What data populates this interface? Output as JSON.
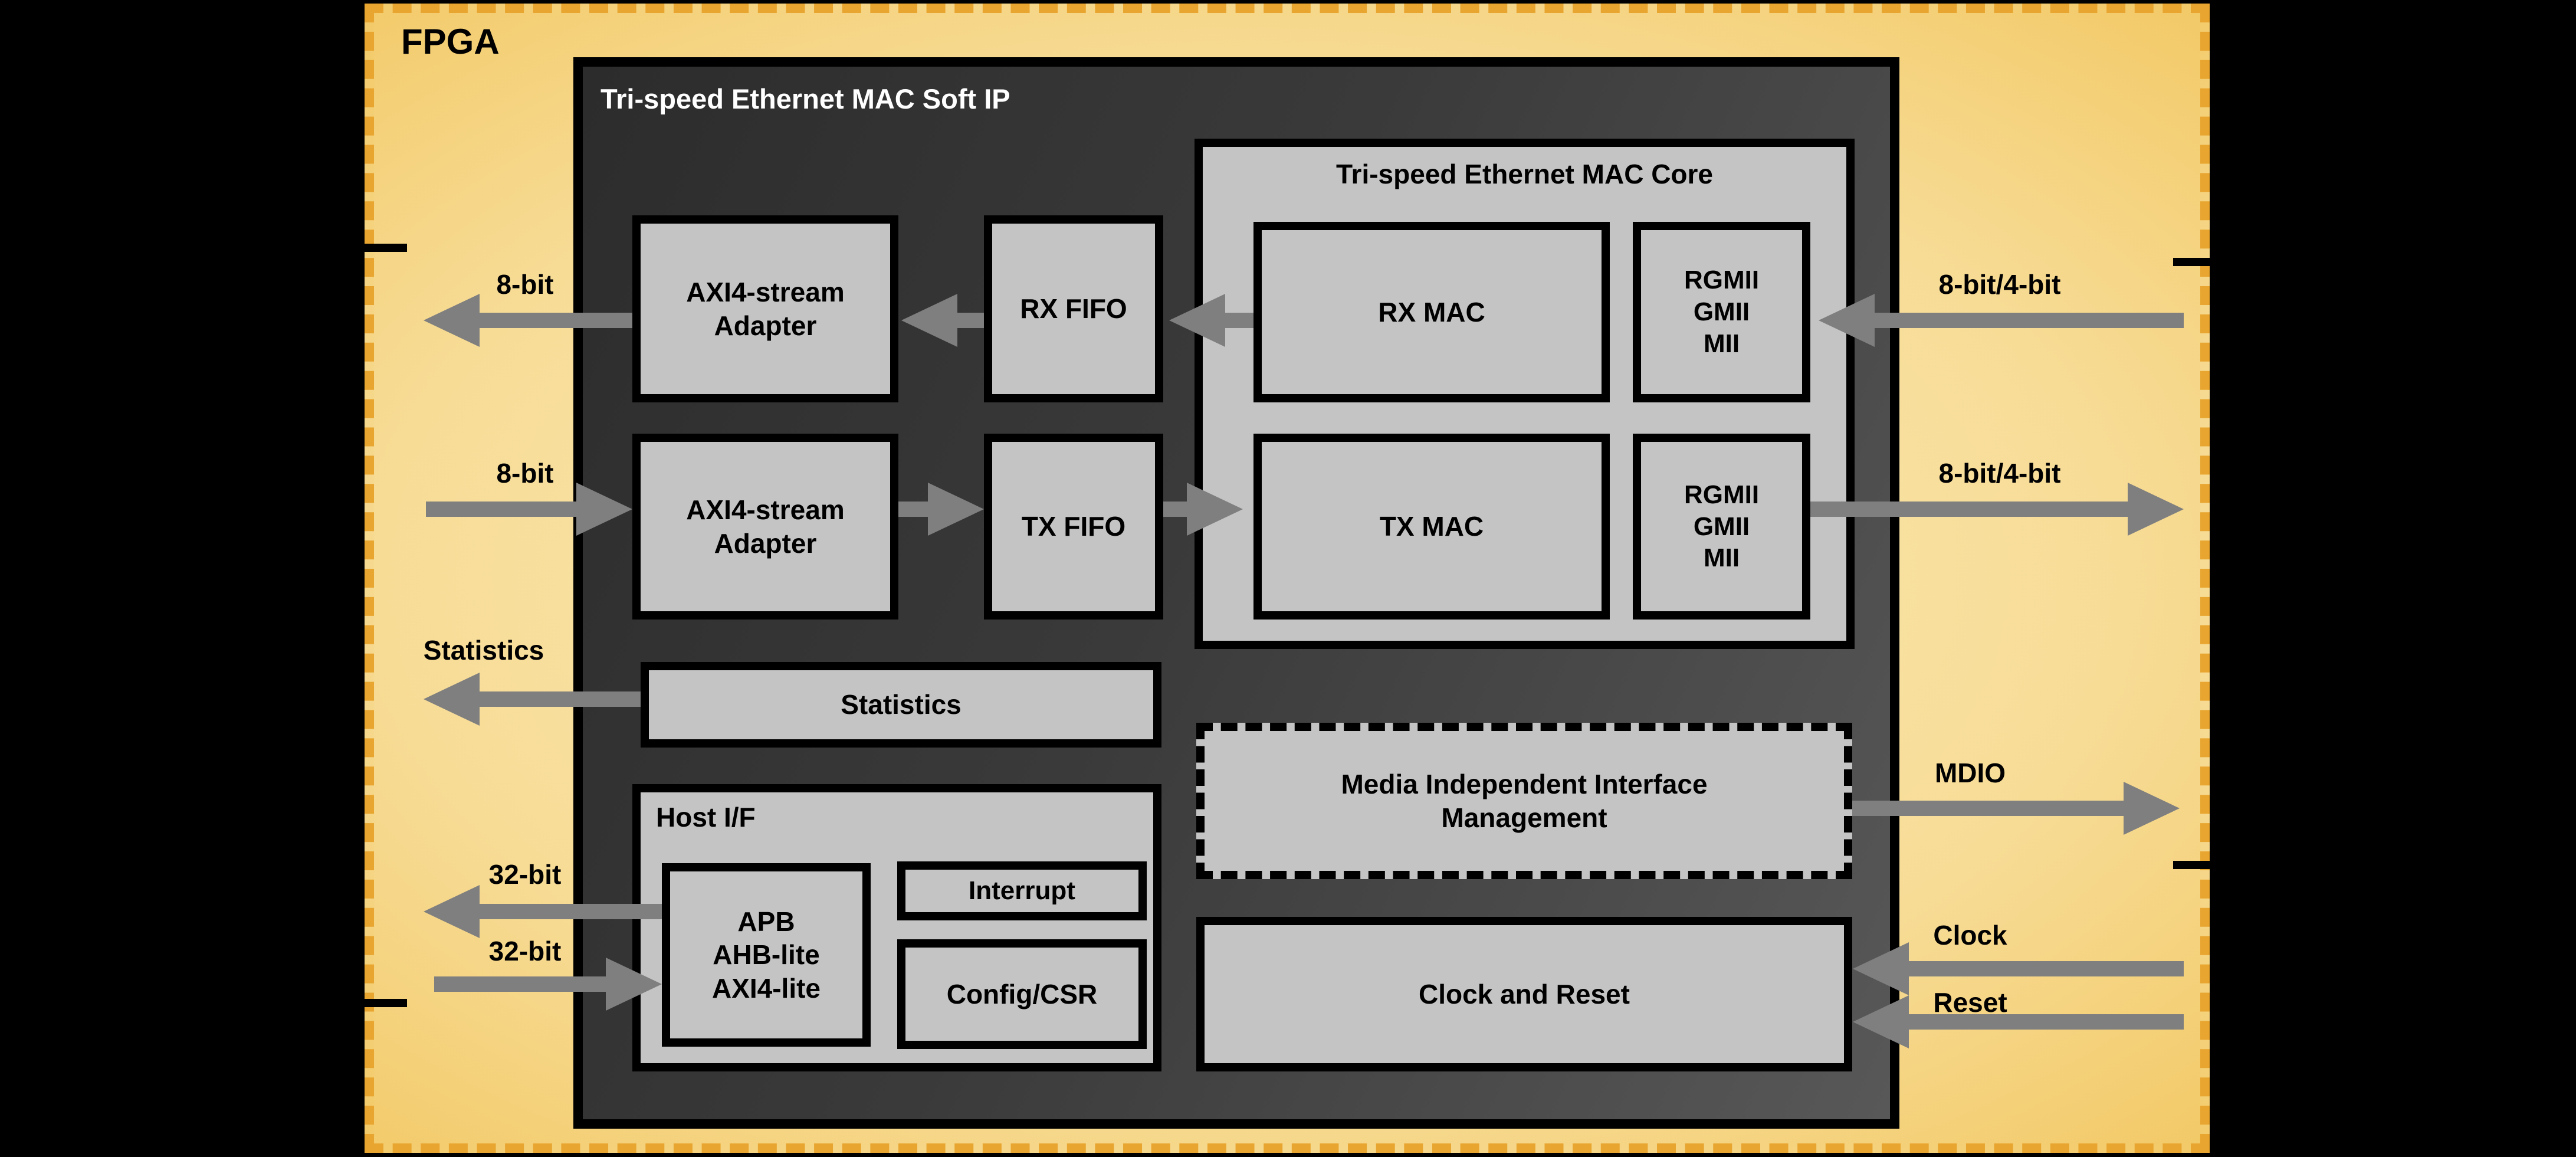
{
  "colors": {
    "background": "#000000",
    "fpga_fill_center": "#FBEAB8",
    "fpga_fill_edge": "#ECAB29",
    "fpga_dash": "#E8A52F",
    "soft_ip_dark": "#2C2C2C",
    "soft_ip_light": "#585858",
    "block_fill": "#C4C4C4",
    "block_border": "#000000",
    "arrow_gray": "#7F7F7F",
    "soft_ip_title_text": "#FFFFFF"
  },
  "fpga": {
    "label": "FPGA"
  },
  "soft_ip": {
    "title": "Tri-speed Ethernet MAC Soft IP"
  },
  "blocks": {
    "axi_adapter_rx": "AXI4-stream\nAdapter",
    "axi_adapter_tx": "AXI4-stream\nAdapter",
    "rx_fifo": "RX FIFO",
    "tx_fifo": "TX FIFO",
    "mac_core_title": "Tri-speed Ethernet MAC Core",
    "rx_mac": "RX MAC",
    "tx_mac": "TX MAC",
    "rgmii_rx": "RGMII\nGMII\nMII",
    "rgmii_tx": "RGMII\nGMII\nMII",
    "statistics": "Statistics",
    "host_if_title": "Host I/F",
    "host_bus": "APB\nAHB-lite\nAXI4-lite",
    "interrupt": "Interrupt",
    "config_csr": "Config/CSR",
    "mii_mgmt": "Media Independent Interface\nManagement",
    "clock_reset": "Clock and Reset"
  },
  "io_labels": {
    "rx_stream": "8-bit",
    "tx_stream": "8-bit",
    "statistics": "Statistics",
    "host_out": "32-bit",
    "host_in": "32-bit",
    "phy_rx": "8-bit/4-bit",
    "phy_tx": "8-bit/4-bit",
    "mdio": "MDIO",
    "clock": "Clock",
    "reset": "Reset"
  }
}
